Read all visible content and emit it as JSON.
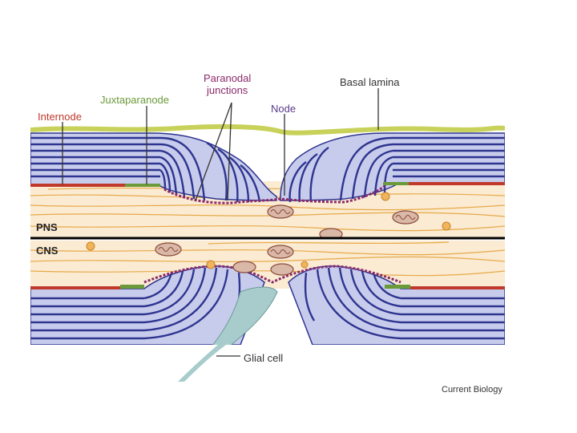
{
  "labels": {
    "internode": "Internode",
    "juxtaparanode": "Juxtaparanode",
    "paranodal_line1": "Paranodal",
    "paranodal_line2": "junctions",
    "node": "Node",
    "basal_lamina": "Basal lamina",
    "glial_cell": "Glial cell",
    "pns": "PNS",
    "cns": "CNS"
  },
  "credit": "Current Biology",
  "colors": {
    "internode": "#c0392b",
    "juxtaparanode": "#6b9a3a",
    "paranodal": "#8b2a6b",
    "node": "#5a3a8a",
    "label_dark": "#333333",
    "myelin_fill": "#c8ccec",
    "myelin_line": "#2e3590",
    "axon": "#faebd2",
    "axon_line": "#e8a94a",
    "basal_lamina": "#c8d25a",
    "glial": "#a8cccc"
  }
}
